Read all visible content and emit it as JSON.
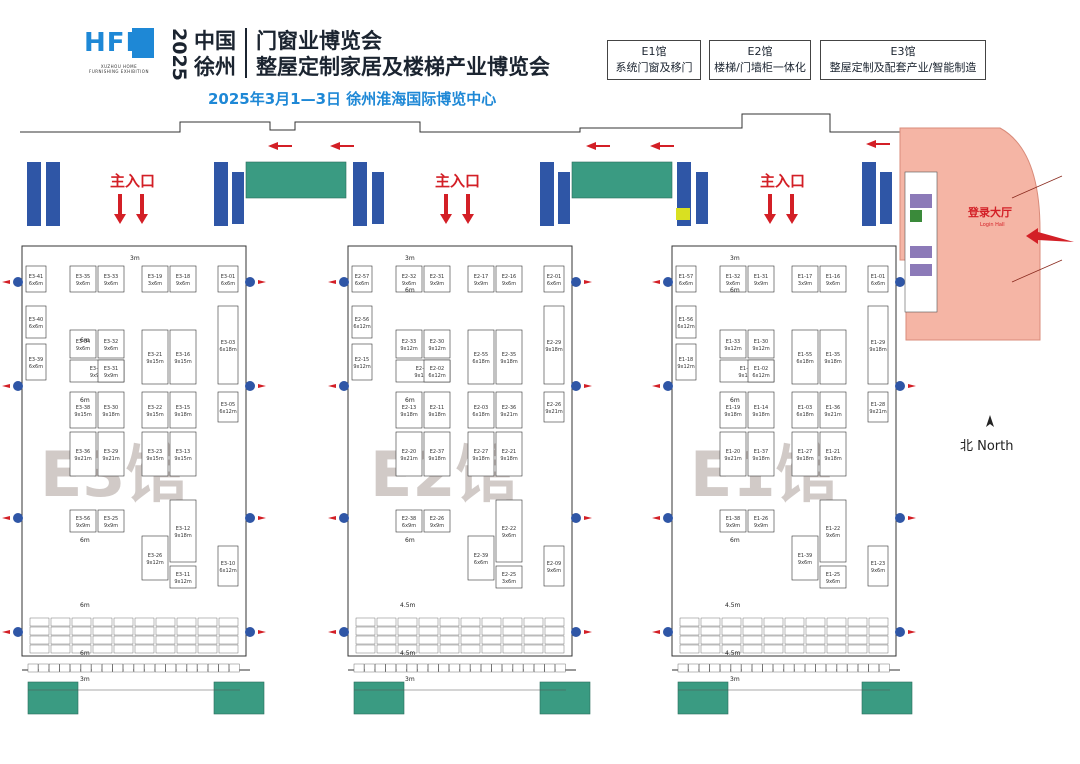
{
  "header": {
    "logo_text": "HFIE",
    "logo_sub": "XUZHOU HOME FURNISHING EXHIBITION",
    "year": "2025",
    "city_line1": "中国",
    "city_line2": "徐州",
    "title_line1": "门窗业博览会",
    "title_line2": "整屋定制家居及楼梯产业博览会",
    "dateline": "2025年3月1—3日   徐州淮海国际博览中心"
  },
  "legend": [
    {
      "hall": "E1馆",
      "desc": "系统门窗及移门"
    },
    {
      "hall": "E2馆",
      "desc": "楼梯/门墙柜一体化"
    },
    {
      "hall": "E3馆",
      "desc": "整屋定制及配套产业/智能制造"
    }
  ],
  "map": {
    "main_entrance": "主入口",
    "watermarks": [
      "E3馆",
      "E2馆",
      "E1馆"
    ],
    "north_label": "北 North",
    "lobby_title": "登录大厅",
    "lobby_sub": "Login Hall",
    "aisle_labels": [
      "3m",
      "6m",
      "4.5m"
    ],
    "colors": {
      "entrance_arrow": "#d31f26",
      "dock": "#2f56a6",
      "stair": "#3a9b82",
      "lobby": "#f5b5a5",
      "accent": "#1e88d6"
    }
  },
  "halls": [
    {
      "id": "E3",
      "booths": [
        {
          "id": "E3-41",
          "size": "6x6m"
        },
        {
          "id": "E3-35",
          "size": "9x6m"
        },
        {
          "id": "E3-33",
          "size": "9x6m"
        },
        {
          "id": "E3-19",
          "size": "3x6m"
        },
        {
          "id": "E3-18",
          "size": "9x6m"
        },
        {
          "id": "E3-01",
          "size": "6x6m"
        },
        {
          "id": "E3-40",
          "size": "6x6m"
        },
        {
          "id": "E3-34",
          "size": "9x6m"
        },
        {
          "id": "E3-32",
          "size": "9x6m"
        },
        {
          "id": "E3-39",
          "size": "6x6m"
        },
        {
          "id": "E3-37",
          "size": "9x9m"
        },
        {
          "id": "E3-31",
          "size": "9x9m"
        },
        {
          "id": "E3-21",
          "size": "9x15m"
        },
        {
          "id": "E3-16",
          "size": "9x15m"
        },
        {
          "id": "E3-03",
          "size": "6x18m"
        },
        {
          "id": "E3-38",
          "size": "9x15m"
        },
        {
          "id": "E3-30",
          "size": "9x18m"
        },
        {
          "id": "E3-22",
          "size": "9x15m"
        },
        {
          "id": "E3-15",
          "size": "9x18m"
        },
        {
          "id": "E3-05",
          "size": "6x12m"
        },
        {
          "id": "E3-36",
          "size": "9x21m"
        },
        {
          "id": "E3-29",
          "size": "9x21m"
        },
        {
          "id": "E3-23",
          "size": "9x15m"
        },
        {
          "id": "E3-13",
          "size": "9x15m"
        },
        {
          "id": "E3-56",
          "size": "9x9m"
        },
        {
          "id": "E3-25",
          "size": "9x9m"
        },
        {
          "id": "E3-12",
          "size": "9x18m"
        },
        {
          "id": "E3-26",
          "size": "9x12m"
        },
        {
          "id": "E3-11",
          "size": "9x12m"
        },
        {
          "id": "E3-10",
          "size": "6x12m"
        }
      ]
    },
    {
      "id": "E2",
      "booths": [
        {
          "id": "E2-57",
          "size": "6x6m"
        },
        {
          "id": "E2-32",
          "size": "9x6m"
        },
        {
          "id": "E2-31",
          "size": "9x9m"
        },
        {
          "id": "E2-17",
          "size": "9x9m"
        },
        {
          "id": "E2-16",
          "size": "9x6m"
        },
        {
          "id": "E2-01",
          "size": "6x6m"
        },
        {
          "id": "E2-56",
          "size": "6x12m"
        },
        {
          "id": "E2-33",
          "size": "9x12m"
        },
        {
          "id": "E2-30",
          "size": "9x12m"
        },
        {
          "id": "E2-15",
          "size": "9x12m"
        },
        {
          "id": "E2-14",
          "size": "9x12m"
        },
        {
          "id": "E2-02",
          "size": "6x12m"
        },
        {
          "id": "E2-55",
          "size": "6x18m"
        },
        {
          "id": "E2-35",
          "size": "9x18m"
        },
        {
          "id": "E2-29",
          "size": "9x18m"
        },
        {
          "id": "E2-13",
          "size": "9x18m"
        },
        {
          "id": "E2-11",
          "size": "9x18m"
        },
        {
          "id": "E2-03",
          "size": "6x18m"
        },
        {
          "id": "E2-36",
          "size": "9x21m"
        },
        {
          "id": "E2-26",
          "size": "9x21m"
        },
        {
          "id": "E2-20",
          "size": "9x21m"
        },
        {
          "id": "E2-37",
          "size": "9x18m"
        },
        {
          "id": "E2-27",
          "size": "9x18m"
        },
        {
          "id": "E2-21",
          "size": "9x18m"
        },
        {
          "id": "E2-38",
          "size": "6x9m"
        },
        {
          "id": "E2-26",
          "size": "9x9m"
        },
        {
          "id": "E2-22",
          "size": "9x6m"
        },
        {
          "id": "E2-39",
          "size": "6x6m"
        },
        {
          "id": "E2-25",
          "size": "3x6m"
        },
        {
          "id": "E2-09",
          "size": "9x6m"
        }
      ]
    },
    {
      "id": "E1",
      "booths": [
        {
          "id": "E1-57",
          "size": "6x6m"
        },
        {
          "id": "E1-32",
          "size": "9x6m"
        },
        {
          "id": "E1-31",
          "size": "9x9m"
        },
        {
          "id": "E1-17",
          "size": "3x9m"
        },
        {
          "id": "E1-16",
          "size": "9x6m"
        },
        {
          "id": "E1-01",
          "size": "6x6m"
        },
        {
          "id": "E1-56",
          "size": "6x12m"
        },
        {
          "id": "E1-33",
          "size": "9x12m"
        },
        {
          "id": "E1-30",
          "size": "9x12m"
        },
        {
          "id": "E1-18",
          "size": "9x12m"
        },
        {
          "id": "E1-15",
          "size": "9x12m"
        },
        {
          "id": "E1-02",
          "size": "6x12m"
        },
        {
          "id": "E1-55",
          "size": "6x18m"
        },
        {
          "id": "E1-35",
          "size": "9x18m"
        },
        {
          "id": "E1-29",
          "size": "9x18m"
        },
        {
          "id": "E1-19",
          "size": "9x18m"
        },
        {
          "id": "E1-14",
          "size": "9x18m"
        },
        {
          "id": "E1-03",
          "size": "6x18m"
        },
        {
          "id": "E1-36",
          "size": "9x21m"
        },
        {
          "id": "E1-28",
          "size": "9x21m"
        },
        {
          "id": "E1-20",
          "size": "9x21m"
        },
        {
          "id": "E1-37",
          "size": "9x18m"
        },
        {
          "id": "E1-27",
          "size": "9x18m"
        },
        {
          "id": "E1-21",
          "size": "9x18m"
        },
        {
          "id": "E1-38",
          "size": "9x9m"
        },
        {
          "id": "E1-26",
          "size": "9x9m"
        },
        {
          "id": "E1-22",
          "size": "9x6m"
        },
        {
          "id": "E1-39",
          "size": "9x6m"
        },
        {
          "id": "E1-25",
          "size": "9x6m"
        },
        {
          "id": "E1-23",
          "size": "9x6m"
        }
      ]
    }
  ]
}
